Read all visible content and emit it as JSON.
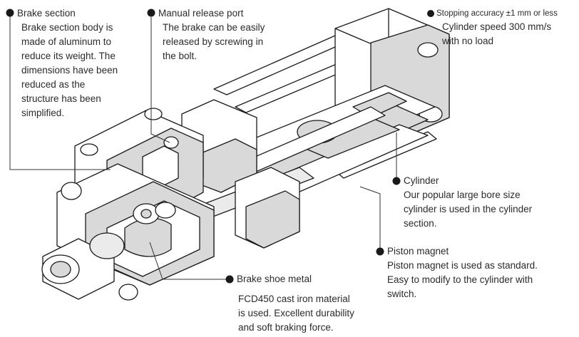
{
  "callouts": {
    "brake_section": {
      "title": "Brake section",
      "lines": [
        "Brake section body is",
        "made of aluminum to",
        "reduce its weight. The",
        "dimensions have been",
        "reduced as the",
        "structure has been",
        "simplified."
      ]
    },
    "manual_release": {
      "title": "Manual release port",
      "lines": [
        "The brake can be easily",
        "released by screwing in",
        "the bolt."
      ]
    },
    "stopping": {
      "title": "Stopping accuracy ±1 mm or less",
      "lines": [
        "Cylinder speed 300 mm/s",
        "with no load"
      ]
    },
    "cylinder": {
      "title": "Cylinder",
      "lines": [
        "Our popular large bore size",
        "cylinder is used in the cylinder",
        "section."
      ]
    },
    "piston_magnet": {
      "title": "Piston magnet",
      "lines": [
        "Piston magnet is used as standard.",
        "Easy to modify to the cylinder with",
        "switch."
      ]
    },
    "brake_shoe": {
      "title": "Brake shoe metal",
      "lines": [
        "FCD450 cast iron material",
        "is used. Excellent durability",
        "and soft braking force."
      ]
    }
  },
  "colors": {
    "cut_face": "#d9d9d9",
    "body": "#ffffff",
    "outline": "#1a1a1a",
    "leader": "#333333"
  }
}
